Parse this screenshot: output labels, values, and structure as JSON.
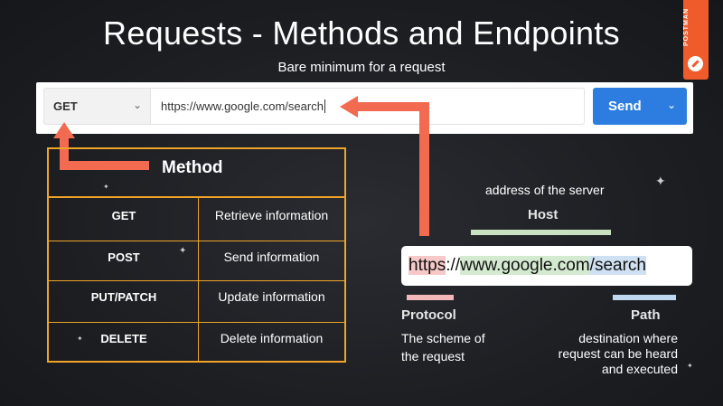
{
  "slide": {
    "title": "Requests - Methods and Endpoints",
    "subtitle": "Bare minimum for a request",
    "logo_text": "POSTMAN"
  },
  "request_bar": {
    "method": "GET",
    "url": "https://www.google.com/search",
    "send_label": "Send"
  },
  "method_table": {
    "header": "Method",
    "rows": [
      {
        "method": "GET",
        "description": "Retrieve information"
      },
      {
        "method": "POST",
        "description": "Send information"
      },
      {
        "method": "PUT/PATCH",
        "description": "Update information"
      },
      {
        "method": "DELETE",
        "description": "Delete information"
      }
    ]
  },
  "url_breakdown": {
    "host_caption": "address of the server",
    "host_label": "Host",
    "url_protocol": "https",
    "url_sep": "://",
    "url_host": "www.google.com",
    "url_path": "/search",
    "protocol_label": "Protocol",
    "protocol_desc_1": "The scheme of",
    "protocol_desc_2": "the request",
    "path_label": "Path",
    "path_desc_1": "destination where",
    "path_desc_2": "request can be heard",
    "path_desc_3": "and executed"
  },
  "colors": {
    "accent_orange": "#f26a4f",
    "table_border": "#f0a428",
    "send_blue": "#2d7de0",
    "logo_orange": "#ef5b2a"
  }
}
